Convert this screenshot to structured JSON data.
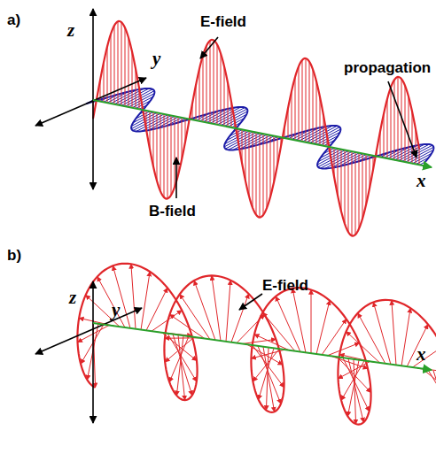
{
  "diagram": {
    "labels": [
      "a)",
      "z",
      "y",
      "E-field",
      "propagation",
      "B-field",
      "x",
      "b)",
      "z",
      "y",
      "E-field",
      "x"
    ]
  }
}
